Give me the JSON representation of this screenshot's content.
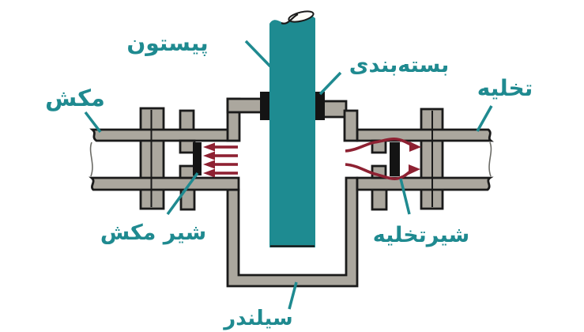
{
  "diagram": {
    "type": "piston-pump-cross-section",
    "labels": {
      "piston": "پیستون",
      "packing": "بسته‌بندی",
      "suction": "مکش",
      "discharge": "تخلیه",
      "suction_valve": "شیر مکش",
      "discharge_valve": "شیرتخلیه",
      "cylinder": "سیلندر"
    },
    "colors": {
      "label_teal": "#1f8a90",
      "rod_teal": "#1e8b91",
      "wall_gray": "#aba79e",
      "outline_black": "#1a1a1a",
      "arrow_red": "#8e2132",
      "background": "#ffffff"
    }
  }
}
